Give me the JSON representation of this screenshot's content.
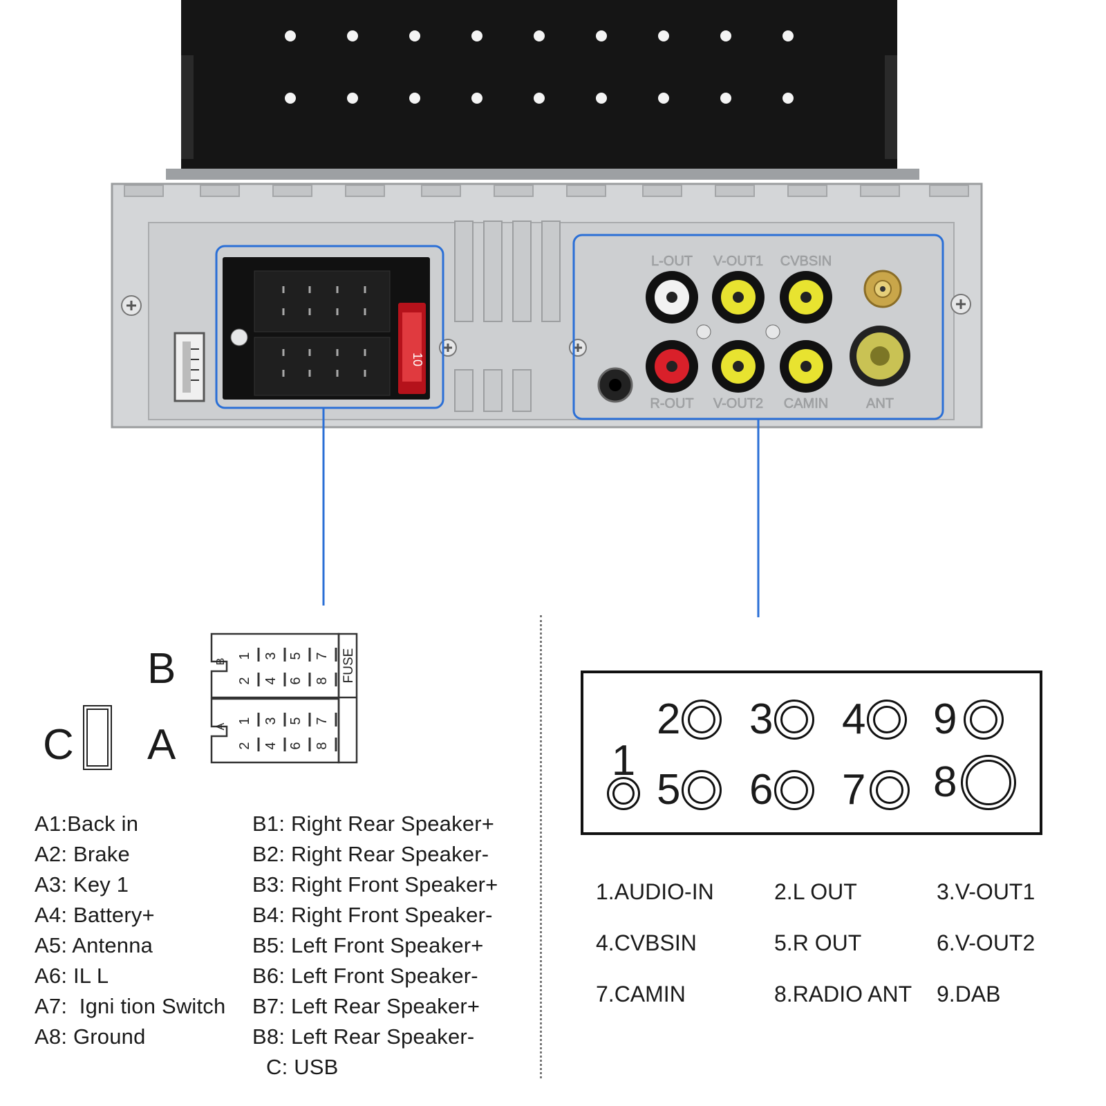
{
  "device": {
    "labels_top": [
      "L-OUT",
      "V-OUT1",
      "CVBSIN"
    ],
    "labels_bottom": [
      "R-OUT",
      "V-OUT2",
      "CAMIN",
      "ANT"
    ],
    "fuse_label": "10"
  },
  "iso_connector": {
    "letter_b": "B",
    "letter_a": "A",
    "letter_c": "C",
    "fuse_label": "FUSE",
    "section_b": "B",
    "section_a": "A",
    "pin_numbers_top": [
      "1",
      "3",
      "5",
      "7"
    ],
    "pin_numbers_bottom": [
      "2",
      "4",
      "6",
      "8"
    ]
  },
  "a_pins": [
    "A1:Back   in",
    "A2: Brake",
    "A3: Key 1",
    "A4: Battery+",
    "A5: Antenna",
    "A6: IL L",
    "A7:  Igni tion Switch",
    "A8: Ground"
  ],
  "b_pins": [
    "B1: Right Rear Speaker+",
    "B2: Right Rear Speaker-",
    "B3: Right Front Speaker+",
    "B4: Right Front Speaker-",
    "B5: Left Front Speaker+",
    "B6: Left Front Speaker-",
    "B7: Left Rear Speaker+",
    "B8: Left Rear Speaker-",
    "C: USB"
  ],
  "ports": {
    "p1": "1",
    "p2": "2",
    "p3": "3",
    "p4": "4",
    "p5": "5",
    "p6": "6",
    "p7": "7",
    "p8": "8",
    "p9": "9"
  },
  "port_legend": [
    "1.AUDIO-IN",
    "2.L OUT",
    "3.V-OUT1",
    "4.CVBSIN",
    "5.R OUT",
    "6.V-OUT2",
    "7.CAMIN",
    "8.RADIO ANT",
    "9.DAB"
  ],
  "colors": {
    "callout_blue": "#2a6fd6",
    "chassis_silver": "#d4d6d8",
    "rca_white": "#f2f2f2",
    "rca_red": "#d9202a",
    "rca_yellow": "#e8e330"
  }
}
